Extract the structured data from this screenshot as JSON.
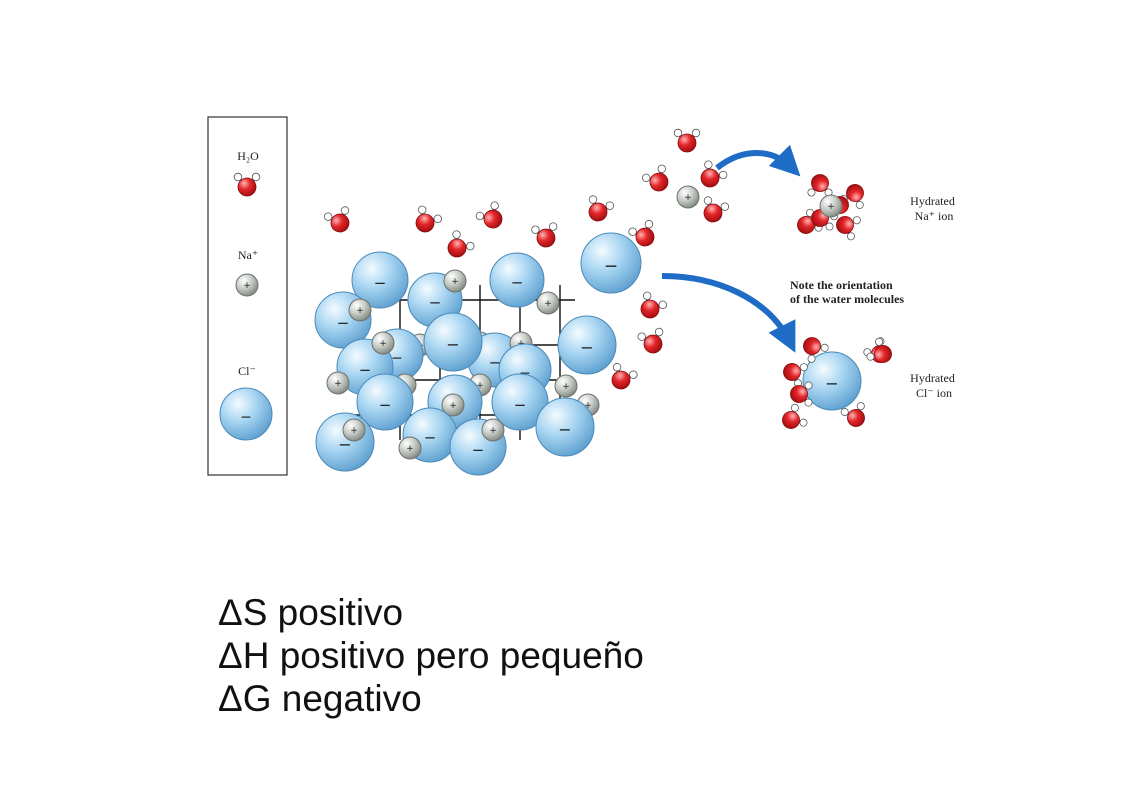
{
  "legend": {
    "water_label": "H₂O",
    "sodium_label": "Na⁺",
    "chloride_label": "Cl⁻"
  },
  "annotations": {
    "hydrated_sodium": [
      "Hydrated",
      "Na⁺ ion"
    ],
    "orientation_note": [
      "Note the orientation",
      "of the water molecules"
    ],
    "hydrated_chloride": [
      "Hydrated",
      "Cl⁻ ion"
    ]
  },
  "charges": {
    "cation": "+",
    "anion": "−"
  },
  "colors": {
    "chloride": "#a9d6f2",
    "sodium": "#c4c9c4",
    "oxygen": "#e3262a",
    "hydrogen": "#ffffff",
    "bond": "#6aa3d6",
    "arrow": "#1f6cc7"
  },
  "thermo": {
    "line1": "ΔS positivo",
    "line2": "ΔH positivo pero pequeño",
    "line3": "ΔG negativo"
  }
}
